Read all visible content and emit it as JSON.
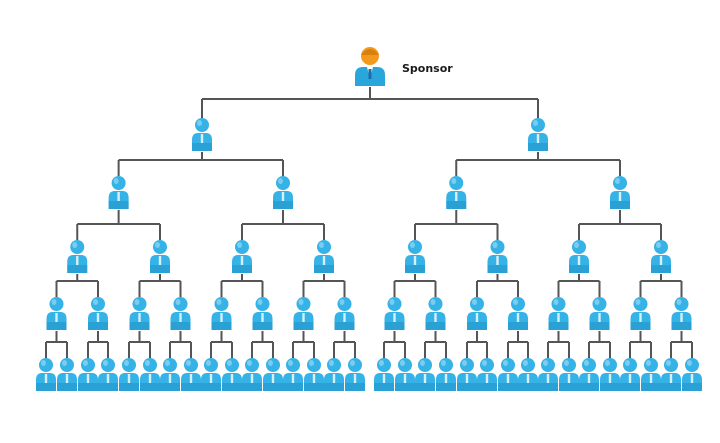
{
  "sponsor": {
    "label": "Sponsor",
    "icon": "sponsor-person-icon",
    "head_color": "#f39a1e",
    "body_color": "#2aa6dc"
  },
  "tree": {
    "levels": 6,
    "children_per_node": 2,
    "member_icon": "member-person-icon",
    "member_color": "#35b2e6",
    "member_dark": "#1d8fc4",
    "connector_color": "#555555"
  }
}
